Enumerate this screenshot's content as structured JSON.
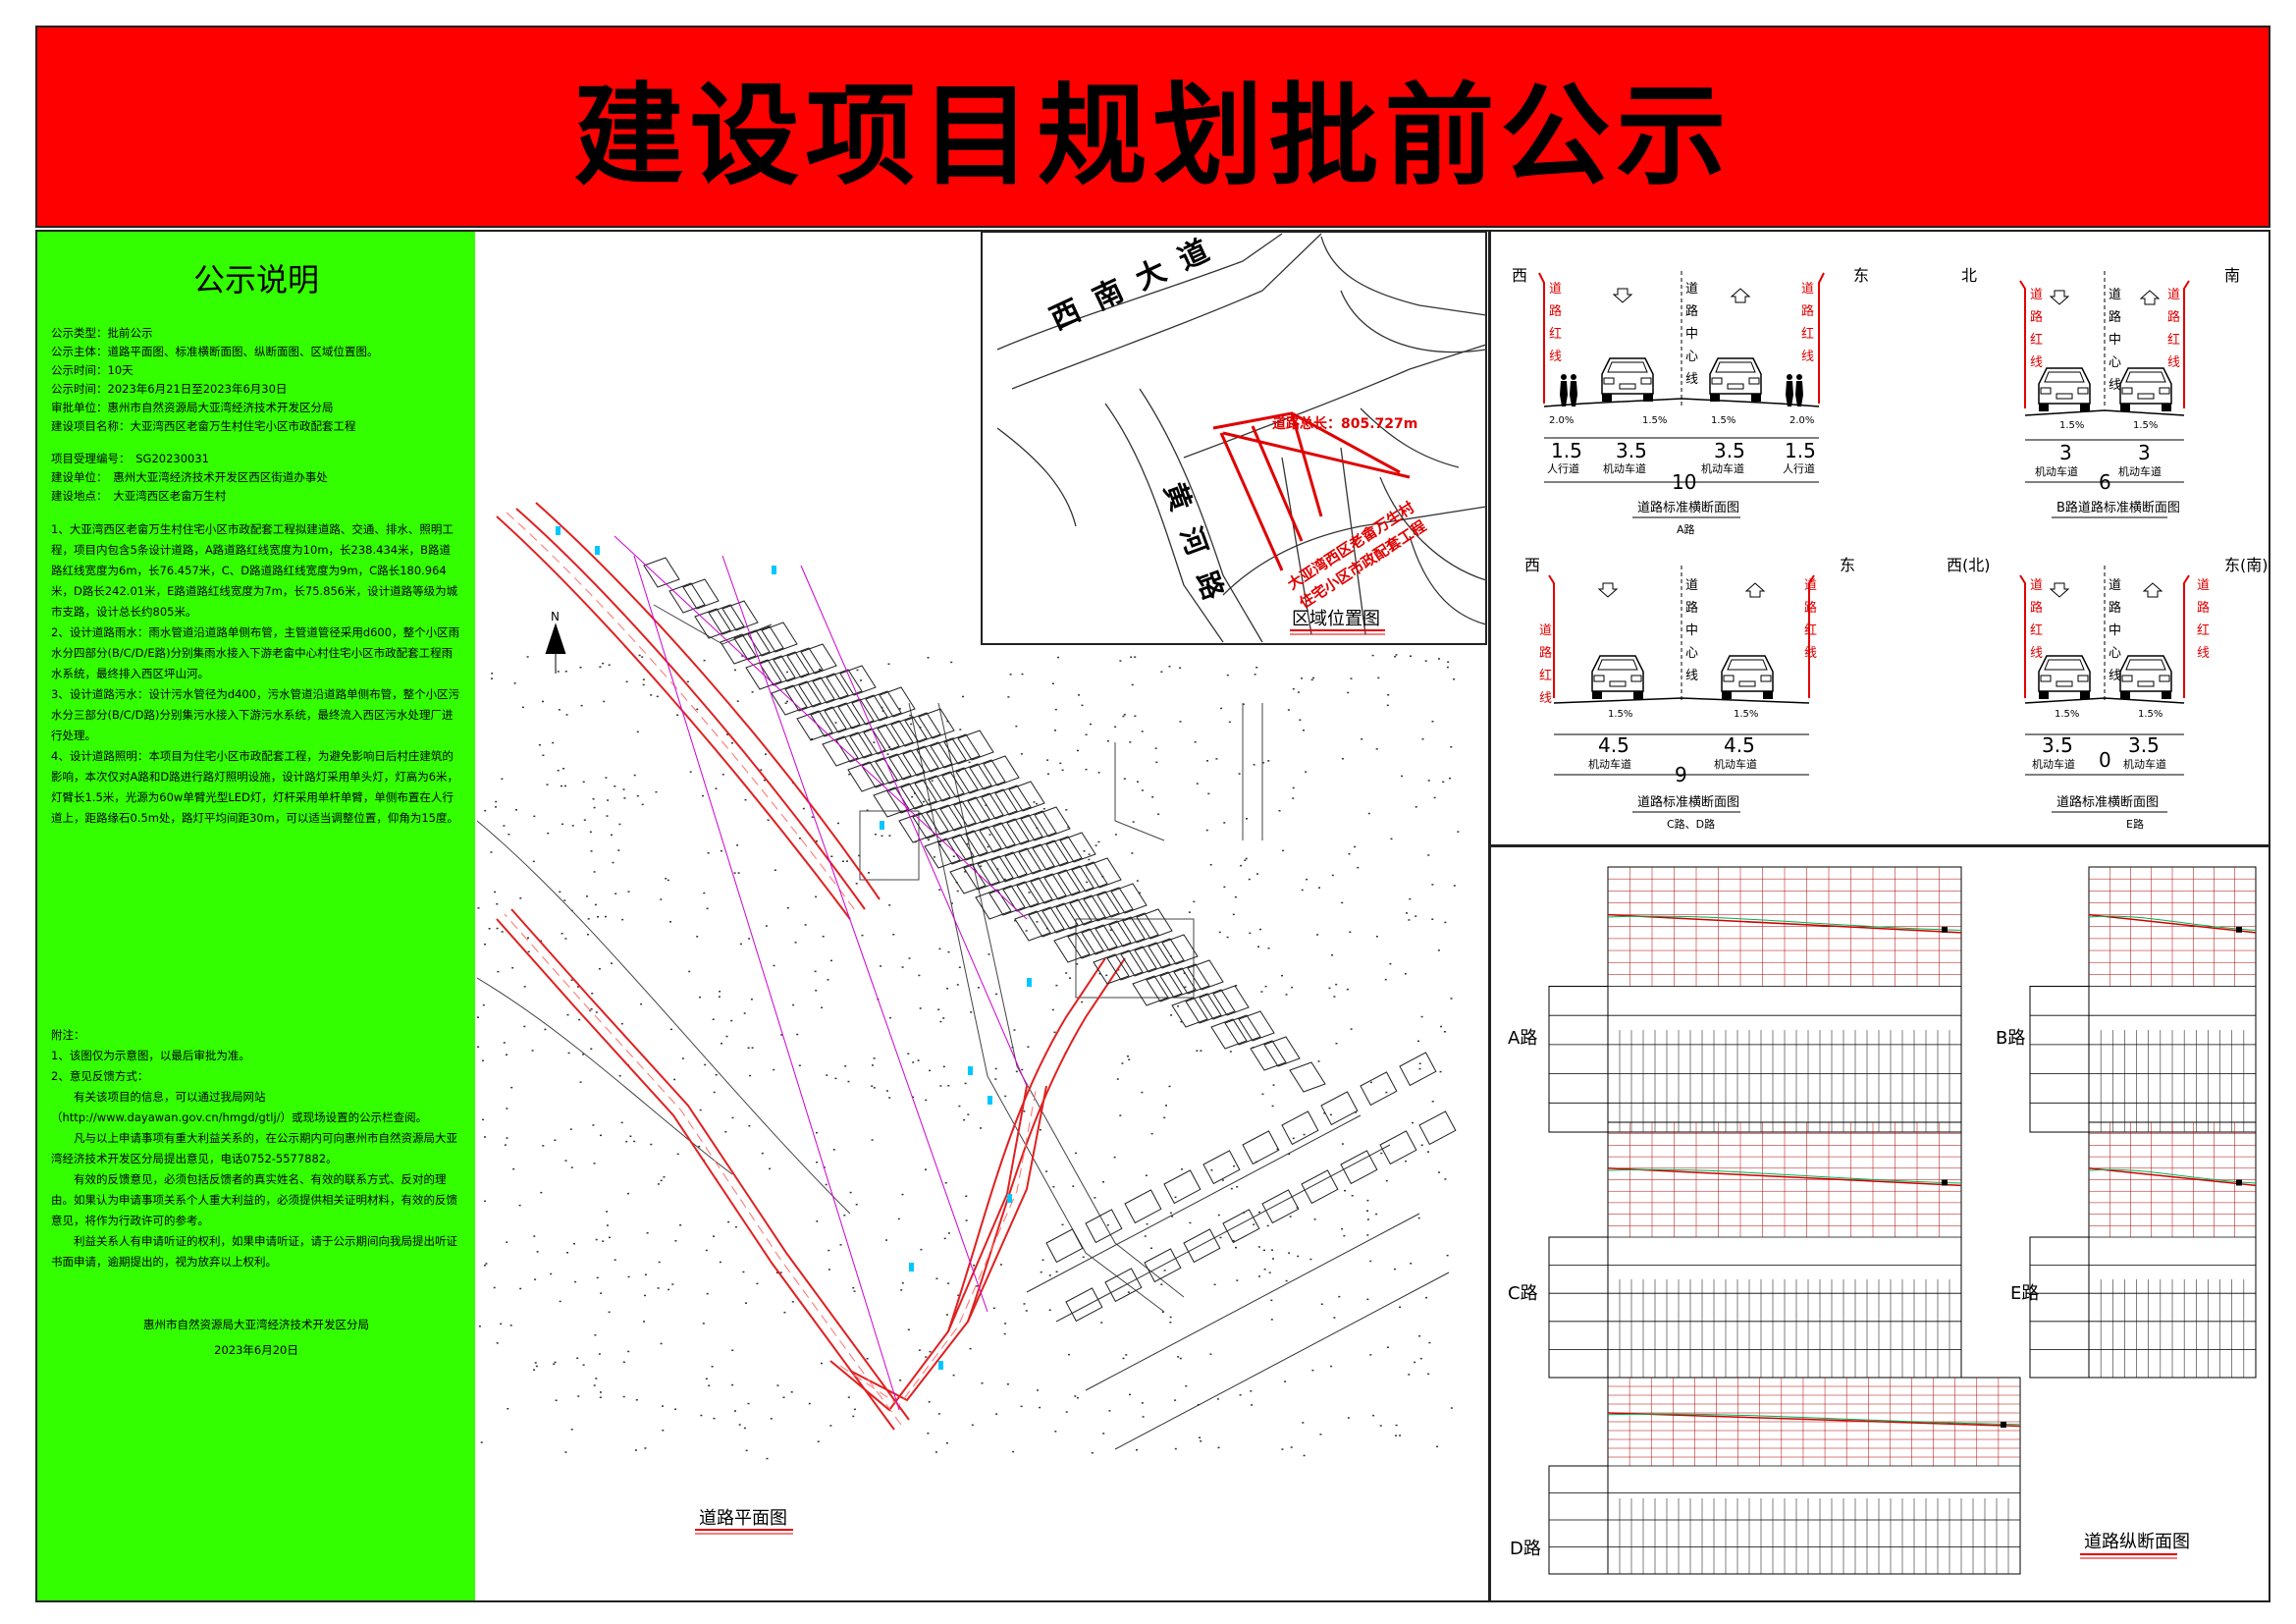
{
  "banner": {
    "title": "建设项目规划批前公示"
  },
  "notice": {
    "heading": "公示说明",
    "meta": [
      "公示类型：批前公示",
      "公示主体：道路平面图、标准横断面图、纵断面图、区域位置图。",
      "公示时间：10天",
      "公示时间：2023年6月21日至2023年6月30日",
      "审批单位：惠州市自然资源局大亚湾经济技术开发区分局",
      "建设项目名称：大亚湾西区老畲万生村住宅小区市政配套工程"
    ],
    "project": [
      "项目受理编号：　SG20230031",
      "建设单位：　惠州大亚湾经济技术开发区西区街道办事处",
      "建设地点：　大亚湾西区老畲万生村"
    ],
    "paragraphs": [
      "1、大亚湾西区老畲万生村住宅小区市政配套工程拟建道路、交通、排水、照明工程，项目内包含5条设计道路，A路道路红线宽度为10m，长238.434米，B路道路红线宽度为6m，长76.457米，C、D路道路红线宽度为9m，C路长180.964米，D路长242.01米，E路道路红线宽度为7m，长75.856米，设计道路等级为城市支路，设计总长约805米。",
      "2、设计道路雨水：雨水管道沿道路单侧布管，主管道管径采用d600，整个小区雨水分四部分(B/C/D/E路)分别集雨水接入下游老畲中心村住宅小区市政配套工程雨水系统，最终排入西区坪山河。",
      "3、设计道路污水：设计污水管径为d400，污水管道沿道路单侧布管，整个小区污水分三部分(B/C/D路)分别集污水接入下游污水系统，最终流入西区污水处理厂进行处理。",
      "4、设计道路照明：本项目为住宅小区市政配套工程，为避免影响日后村庄建筑的影响，本次仅对A路和D路进行路灯照明设施，设计路灯采用单头灯，灯高为6米，灯臂长1.5米，光源为60w单臂光型LED灯，灯杆采用单杆单臂，单侧布置在人行道上，距路缘石0.5m处，路灯平均间距30m，可以适当调整位置，仰角为15度。"
    ],
    "appendix_heading": "附注：",
    "appendix": [
      "1、该图仅为示意图，以最后审批为准。",
      "2、意见反馈方式：",
      "　　有关该项目的信息，可以通过我局网站（http://www.dayawan.gov.cn/hmgd/gtlj/）或现场设置的公示栏查阅。",
      "　　凡与以上申请事项有重大利益关系的，在公示期内可向惠州市自然资源局大亚湾经济技术开发区分局提出意见，电话0752-5577882。",
      "　　有效的反馈意见，必须包括反馈者的真实姓名、有效的联系方式、反对的理由。如果认为申请事项关系个人重大利益的，必须提供相关证明材料，有效的反馈意见，将作为行政许可的参考。",
      "　　利益关系人有申请听证的权利，如果申请听证，请于公示期间向我局提出听证书面申请，逾期提出的，视为放弃以上权利。"
    ],
    "signature": "惠州市自然资源局大亚湾经济技术开发区分局",
    "date": "2023年6月20日"
  },
  "location_map": {
    "road_south_west": "西南大道",
    "road_huanghe": "黄河路",
    "road_length": "道路总长：805.727m",
    "project_line1": "大亚湾西区老畲万生村",
    "project_line2": "住宅小区市政配套工程",
    "caption": "区域位置图"
  },
  "plan_caption": "道路平面图",
  "cross_sections": {
    "red_line_label": [
      "道",
      "路",
      "红",
      "线"
    ],
    "center_label": [
      "道",
      "路",
      "中",
      "心",
      "线"
    ],
    "lane_label": "机动车道",
    "walk_label": "人行道",
    "slope_15": "1.5%",
    "slope_20": "2.0%",
    "a": {
      "west": "西",
      "east": "东",
      "widths": [
        "1.5",
        "3.5",
        "3.5",
        "1.5"
      ],
      "total": "10",
      "title": "道路标准横断面图",
      "sub": "A路"
    },
    "b": {
      "north": "北",
      "south": "南",
      "widths": [
        "3",
        "3"
      ],
      "total": "6",
      "title": "B路道路标准横断面图"
    },
    "cd": {
      "west": "西",
      "east": "东",
      "widths": [
        "4.5",
        "4.5"
      ],
      "total": "9",
      "title": "道路标准横断面图",
      "sub": "C路、D路"
    },
    "e": {
      "west": "西(北)",
      "east": "东(南)",
      "widths": [
        "3.5",
        "3.5"
      ],
      "total": "0",
      "title": "道路标准横断面图",
      "sub": "E路"
    }
  },
  "profiles": {
    "labels": {
      "a": "A路",
      "b": "B路",
      "c": "C路",
      "e": "E路",
      "d": "D路"
    },
    "caption": "道路纵断面图"
  }
}
